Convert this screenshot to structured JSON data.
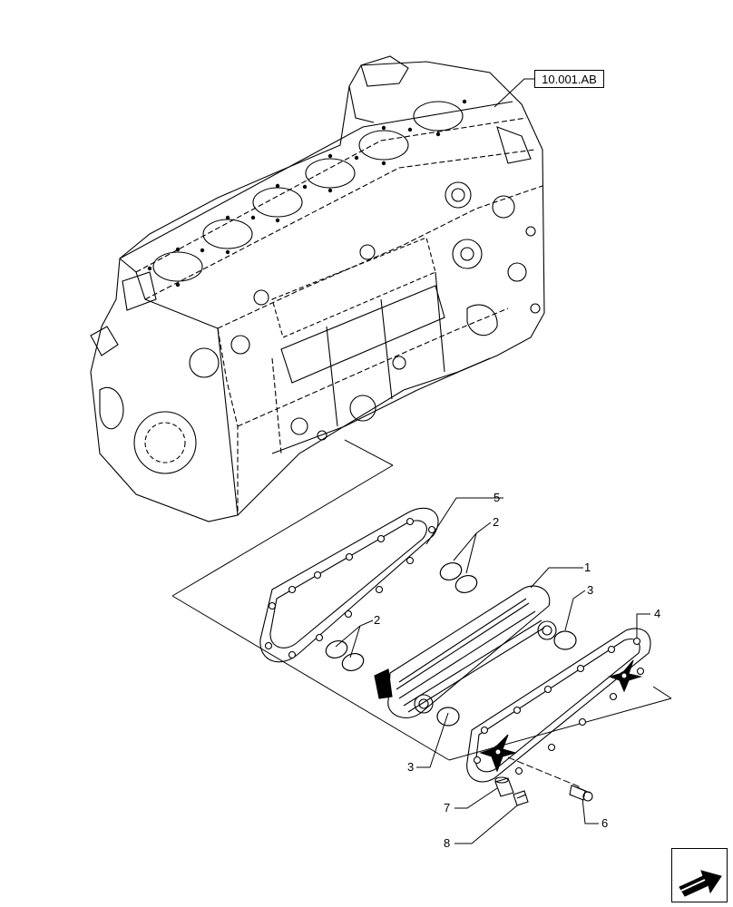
{
  "reference": {
    "label": "10.001.AB"
  },
  "callouts": [
    {
      "id": "1",
      "label": "1"
    },
    {
      "id": "2a",
      "label": "2"
    },
    {
      "id": "2b",
      "label": "2"
    },
    {
      "id": "3a",
      "label": "3"
    },
    {
      "id": "3b",
      "label": "3"
    },
    {
      "id": "4",
      "label": "4"
    },
    {
      "id": "5",
      "label": "5"
    },
    {
      "id": "6",
      "label": "6"
    },
    {
      "id": "7",
      "label": "7"
    },
    {
      "id": "8",
      "label": "8"
    }
  ],
  "navigation": {
    "icon": "next-page-arrow-icon"
  }
}
